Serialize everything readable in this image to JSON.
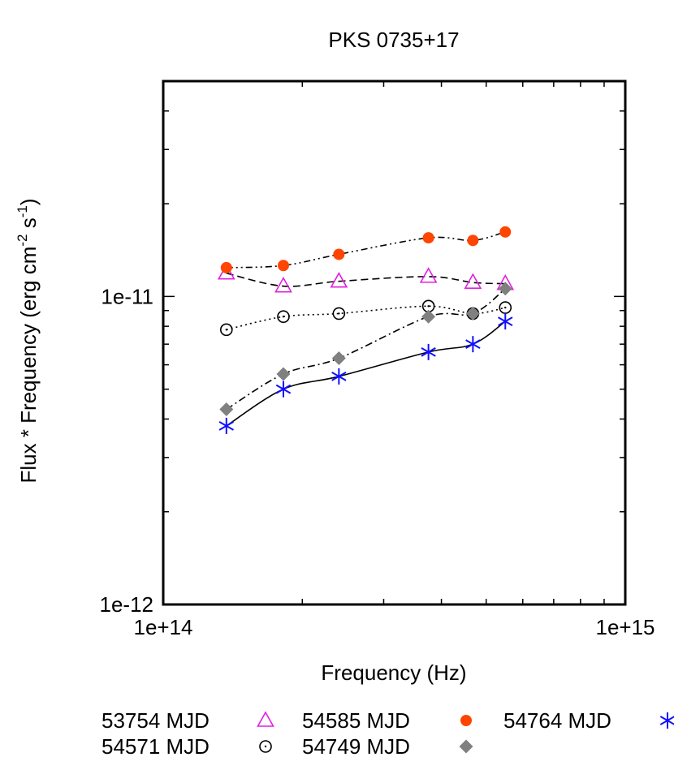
{
  "chart_data": {
    "type": "scatter",
    "title": "PKS 0735+17",
    "xlabel": "Frequency (Hz)",
    "ylabel_main": "Flux * Frequency  (erg cm",
    "ylabel_exp1": "-2",
    "ylabel_mid": " s",
    "ylabel_exp2": "-1",
    "ylabel_end": ")",
    "x_scale": "log",
    "y_scale": "log",
    "xlim": [
      100000000000000.0,
      1000000000000000.0
    ],
    "ylim": [
      1e-12,
      5e-11
    ],
    "x_tick_labels": [
      {
        "value": 100000000000000.0,
        "label": "1e+14"
      },
      {
        "value": 1000000000000000.0,
        "label": "1e+15"
      }
    ],
    "y_tick_labels": [
      {
        "value": 1e-12,
        "label": "1e-12"
      },
      {
        "value": 1e-11,
        "label": "1e-11"
      }
    ],
    "legend_position": "bottom",
    "series": [
      {
        "name": "53754 MJD",
        "marker": "open-triangle",
        "color": "#e020e0",
        "line": "dashed",
        "x": [
          137000000000000.0,
          182000000000000.0,
          240000000000000.0,
          375000000000000.0,
          468000000000000.0,
          550000000000000.0
        ],
        "y": [
          1.19e-11,
          1.08e-11,
          1.12e-11,
          1.16e-11,
          1.11e-11,
          1.1e-11
        ]
      },
      {
        "name": "54571 MJD",
        "marker": "open-circle",
        "color": "#000000",
        "line": "dotted",
        "x": [
          137000000000000.0,
          182000000000000.0,
          240000000000000.0,
          375000000000000.0,
          468000000000000.0,
          550000000000000.0
        ],
        "y": [
          7.8e-12,
          8.6e-12,
          8.8e-12,
          9.3e-12,
          8.8e-12,
          9.2e-12
        ]
      },
      {
        "name": "54585 MJD",
        "marker": "filled-circle",
        "color": "#ff4500",
        "line": "dash-dot-dot",
        "x": [
          137000000000000.0,
          182000000000000.0,
          240000000000000.0,
          375000000000000.0,
          468000000000000.0,
          550000000000000.0
        ],
        "y": [
          1.24e-11,
          1.26e-11,
          1.37e-11,
          1.55e-11,
          1.52e-11,
          1.62e-11
        ]
      },
      {
        "name": "54749 MJD",
        "marker": "filled-diamond",
        "color": "#808080",
        "line": "dash-dot",
        "x": [
          137000000000000.0,
          182000000000000.0,
          240000000000000.0,
          375000000000000.0,
          468000000000000.0,
          550000000000000.0
        ],
        "y": [
          4.3e-12,
          5.6e-12,
          6.3e-12,
          8.6e-12,
          8.8e-12,
          1.06e-11
        ]
      },
      {
        "name": "54764 MJD",
        "marker": "asterisk",
        "color": "#1010ff",
        "line": "solid",
        "x": [
          137000000000000.0,
          182000000000000.0,
          240000000000000.0,
          375000000000000.0,
          468000000000000.0,
          550000000000000.0
        ],
        "y": [
          3.8e-12,
          5e-12,
          5.5e-12,
          6.6e-12,
          7e-12,
          8.3e-12
        ]
      }
    ]
  }
}
